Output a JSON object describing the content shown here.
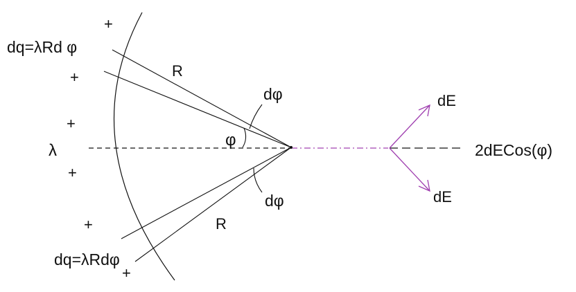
{
  "colors": {
    "ink": "#111111",
    "field_vectors": "#a040b0",
    "axis_right": "#a040b0"
  },
  "labels": {
    "dq_top": "dq=λRd φ",
    "dq_bottom": "dq=λRdφ",
    "radius_top": "R",
    "radius_bottom": "R",
    "dphi_top": "dφ",
    "dphi_bottom": "dφ",
    "phi": "φ",
    "lambda": "λ",
    "de_top": "dE",
    "de_bottom": "dE",
    "resultant": "2dECos(φ)"
  },
  "charges": [
    "+",
    "+",
    "+",
    "+",
    "+",
    "+"
  ]
}
